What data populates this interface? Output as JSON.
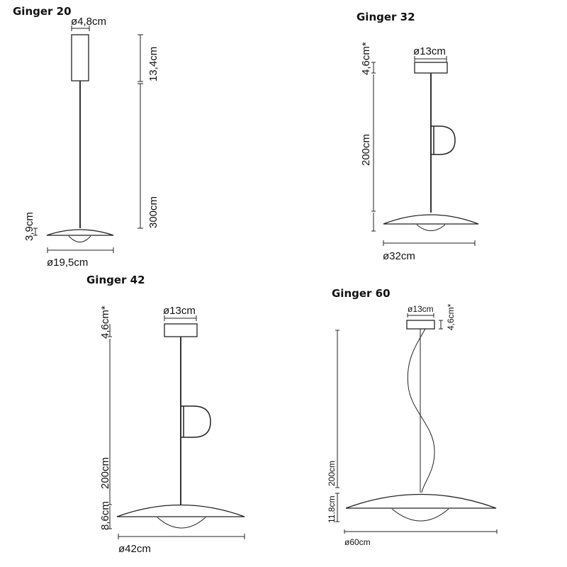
{
  "models": [
    {
      "title": "Ginger 20",
      "canopy_diameter": "ø4,8cm",
      "canopy_height": "13,4cm",
      "cable_length": "300cm",
      "shade_height": "3,9cm",
      "shade_diameter": "ø19,5cm"
    },
    {
      "title": "Ginger 32",
      "canopy_diameter": "ø13cm",
      "canopy_height": "4,6cm*",
      "cable_length": "200cm",
      "shade_diameter": "ø32cm"
    },
    {
      "title": "Ginger 42",
      "canopy_diameter": "ø13cm",
      "canopy_height": "4,6cm*",
      "cable_length": "200cm",
      "shade_height": "8,6cm",
      "shade_diameter": "ø42cm"
    },
    {
      "title": "Ginger 60",
      "canopy_diameter": "ø13cm",
      "canopy_height": "4,6cm*",
      "cable_length": "200cm",
      "shade_height": "11.8cm",
      "shade_diameter": "ø60cm"
    }
  ]
}
